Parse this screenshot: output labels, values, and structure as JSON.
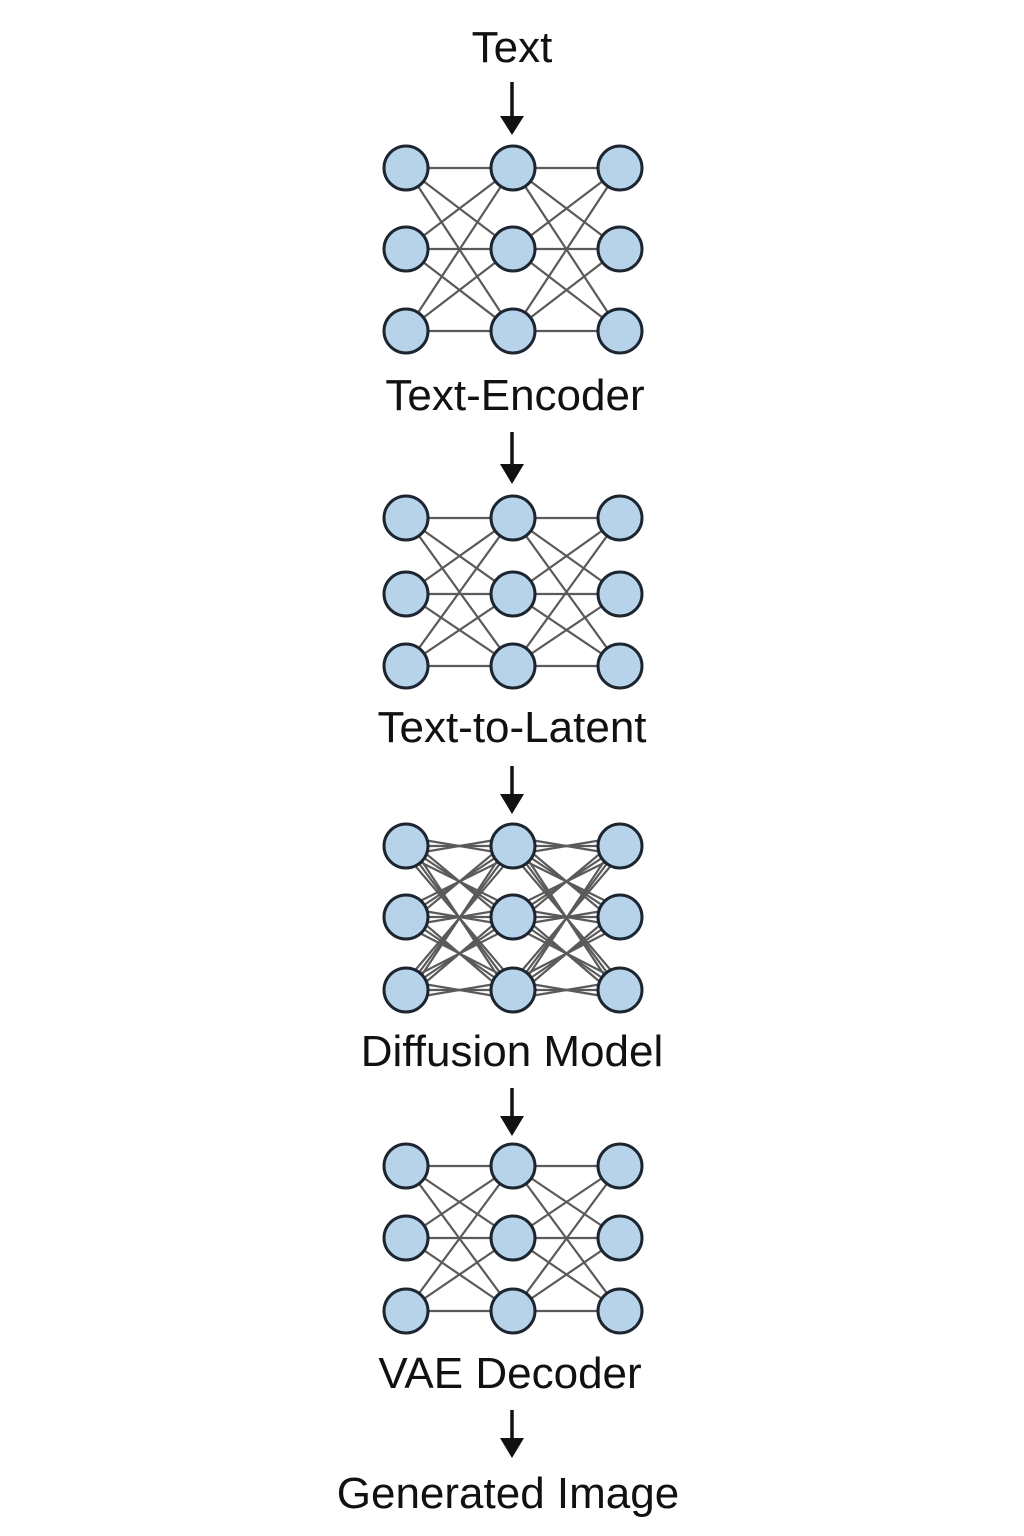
{
  "pipeline": {
    "input_label": "Text",
    "stages": [
      {
        "label": "Text-Encoder",
        "layers": 3,
        "nodes_per_layer": 3
      },
      {
        "label": "Text-to-Latent",
        "layers": 3,
        "nodes_per_layer": 3
      },
      {
        "label": "Diffusion Model",
        "layers": 3,
        "nodes_per_layer": 3
      },
      {
        "label": "VAE Decoder",
        "layers": 3,
        "nodes_per_layer": 3
      }
    ],
    "output_label": "Generated Image"
  },
  "colors": {
    "node_fill": "#b7d3ea",
    "node_stroke": "#1c2530",
    "edge": "#5a5a5a",
    "text": "#111111"
  },
  "icons": {
    "flow": "arrow-down-icon",
    "network": "neural-network-icon"
  }
}
